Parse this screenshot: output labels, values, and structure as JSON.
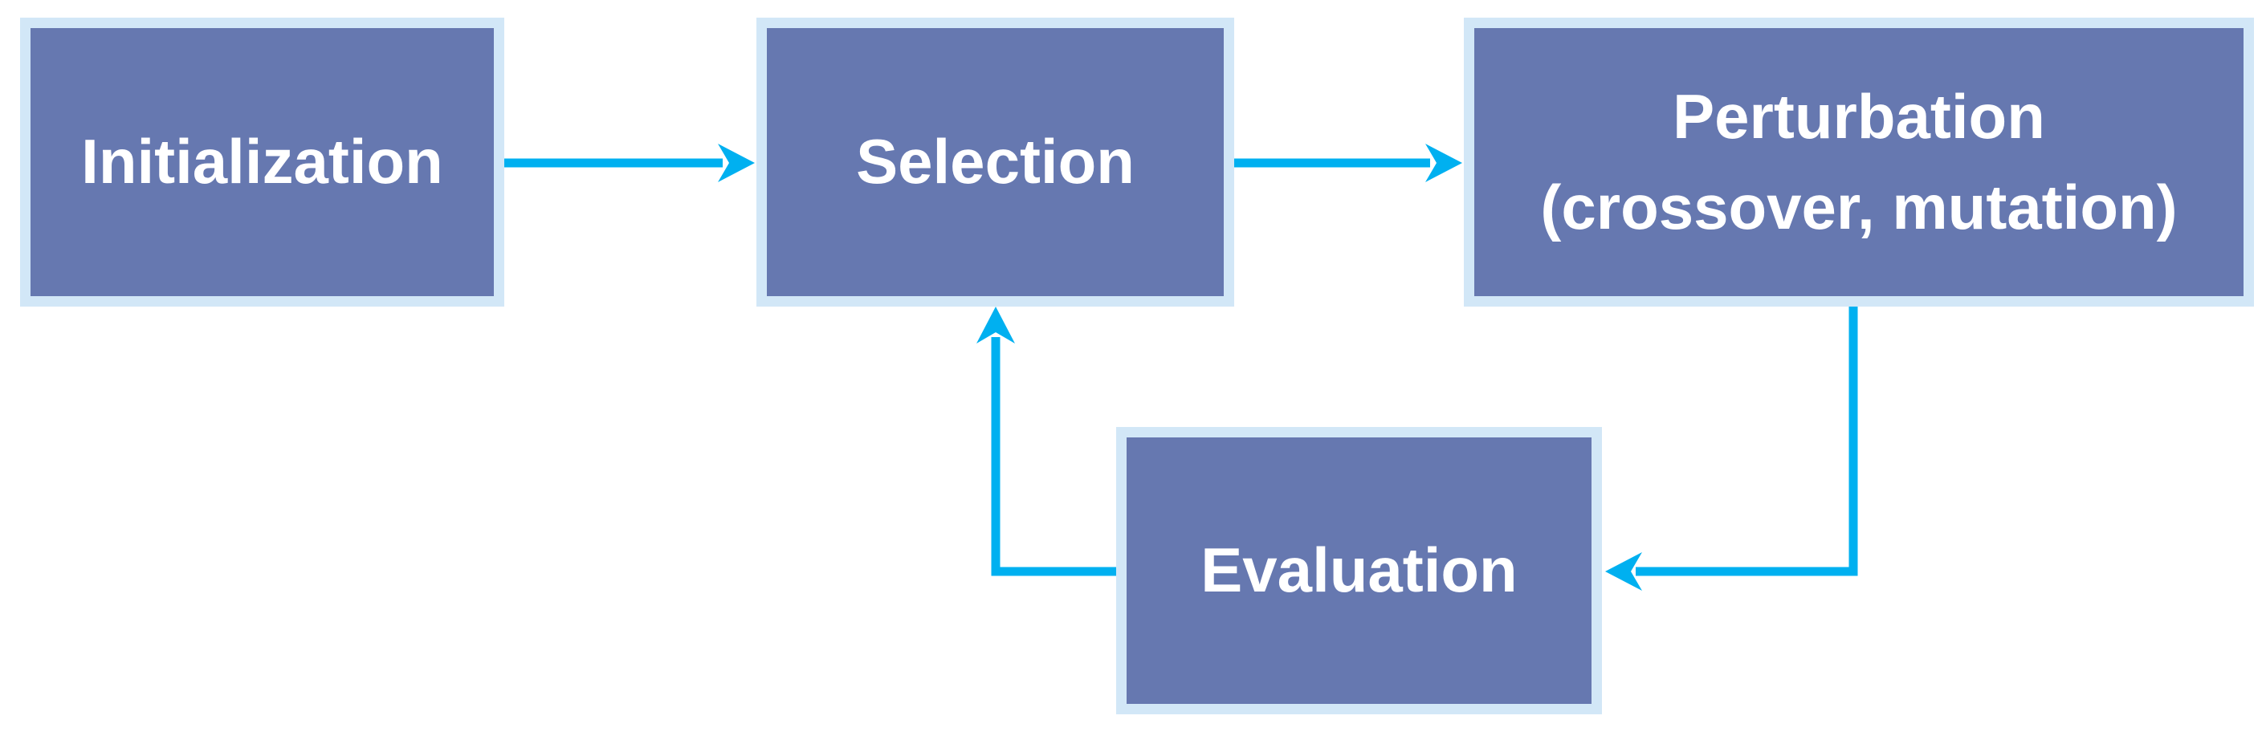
{
  "diagram": {
    "type": "flowchart",
    "nodes": [
      {
        "id": "initialization",
        "label": "Initialization"
      },
      {
        "id": "selection",
        "label": "Selection"
      },
      {
        "id": "perturbation",
        "label": "Perturbation\n(crossover, mutation)"
      },
      {
        "id": "evaluation",
        "label": "Evaluation"
      }
    ],
    "edges": [
      {
        "from": "initialization",
        "to": "selection",
        "style": "straight-right"
      },
      {
        "from": "selection",
        "to": "perturbation",
        "style": "straight-right"
      },
      {
        "from": "perturbation",
        "to": "evaluation",
        "style": "elbow-down-left"
      },
      {
        "from": "evaluation",
        "to": "selection",
        "style": "elbow-left-up"
      }
    ]
  },
  "colors": {
    "background": "#ffffff",
    "box-fill": "#6678b0",
    "box-border": "#d2e7f7",
    "arrow": "#00b0f0",
    "label-text": "#ffffff"
  }
}
